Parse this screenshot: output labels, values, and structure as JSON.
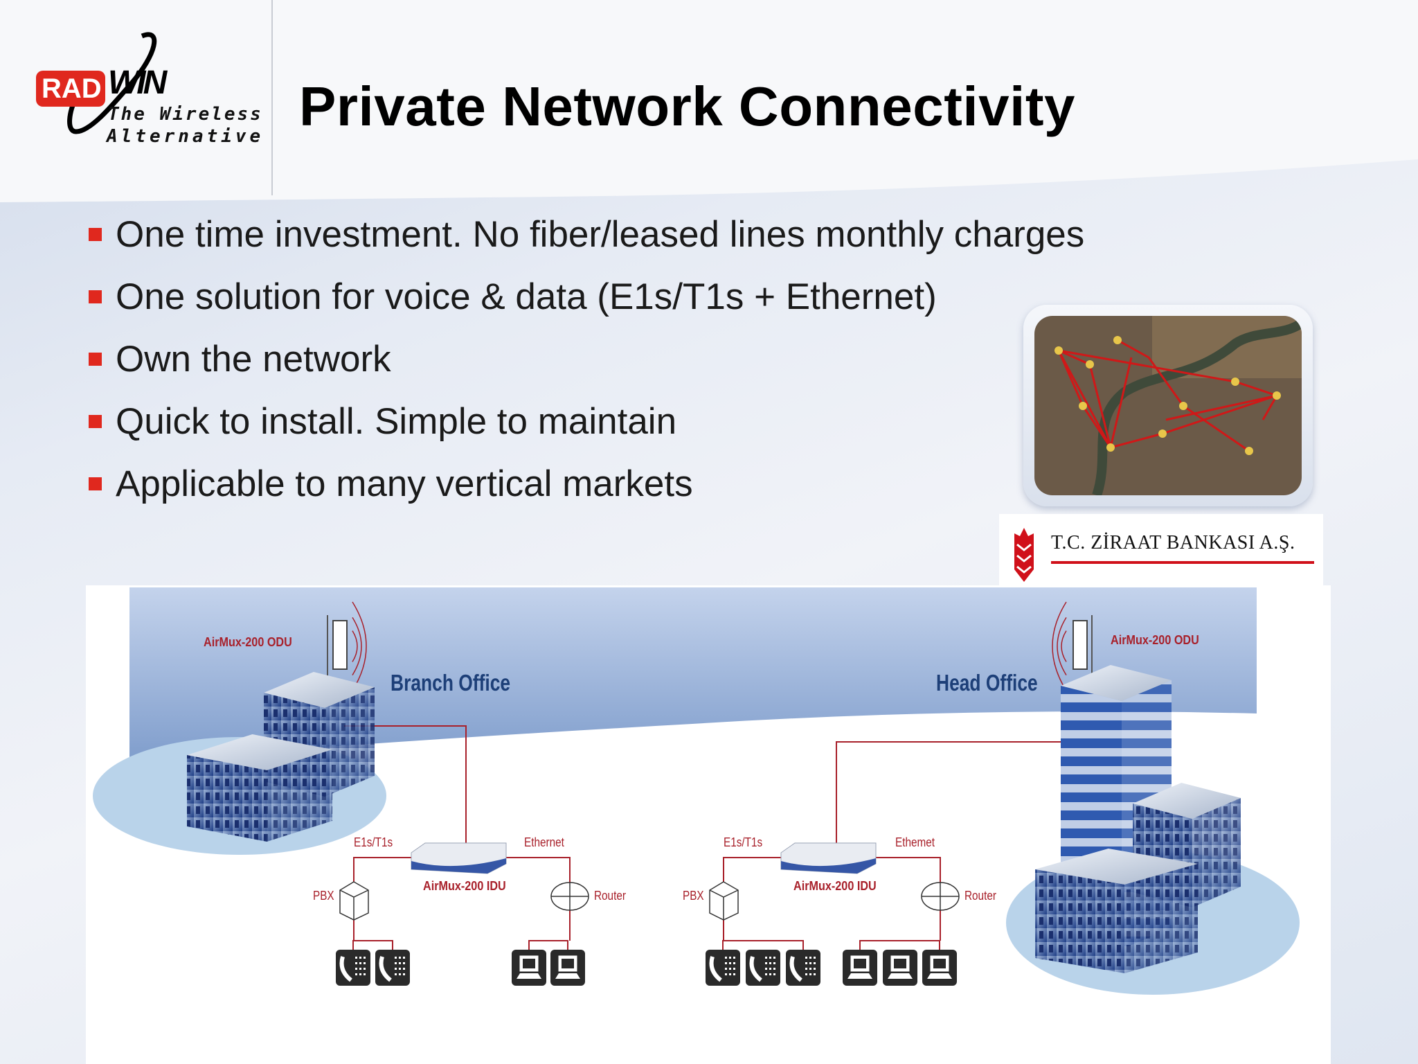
{
  "logo": {
    "brand_left": "RAD",
    "brand_right": "WIN",
    "tagline_1": "The Wireless",
    "tagline_2": "Alternative",
    "color": "#e0281e"
  },
  "title": "Private Network Connectivity",
  "bullets": [
    "One time investment. No fiber/leased lines monthly charges",
    "One solution for voice & data (E1s/T1s + Ethernet)",
    "Own the network",
    "Quick to install. Simple to maintain",
    "Applicable to many vertical markets"
  ],
  "bullet_color": "#e0281e",
  "bank_logo": {
    "name": "T.C. ZİRAAT BANKASI A.Ş.",
    "color": "#d0101a"
  },
  "diagram": {
    "branch": {
      "office": "Branch Office",
      "odu": "AirMux-200 ODU",
      "idu": "AirMux-200 IDU",
      "e1": "E1s/T1s",
      "ethernet": "Ethernet",
      "pbx": "PBX",
      "router": "Router",
      "phones": 2,
      "computers": 2
    },
    "head": {
      "office": "Head Office",
      "odu": "AirMux-200 ODU",
      "idu": "AirMux-200 IDU",
      "e1": "E1s/T1s",
      "ethernet": "Ethemet",
      "pbx": "PBX",
      "router": "Router",
      "phones": 3,
      "computers": 3
    },
    "link_color": "#a8202a",
    "office_color": "#1d3f78"
  }
}
